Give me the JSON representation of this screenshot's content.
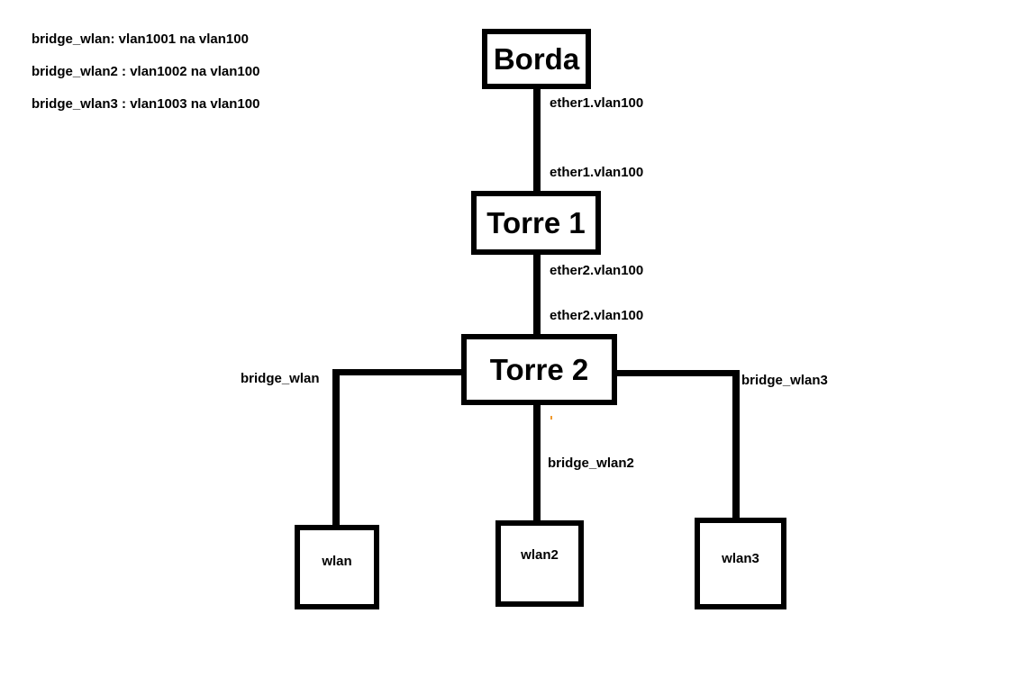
{
  "legend": {
    "lines": [
      "bridge_wlan: vlan1001 na vlan100",
      "bridge_wlan2 : vlan1002 na vlan100",
      "bridge_wlan3 : vlan1003 na vlan100"
    ]
  },
  "nodes": {
    "borda": "Borda",
    "torre1": "Torre 1",
    "torre2": "Torre 2",
    "wlan": "wlan",
    "wlan2": "wlan2",
    "wlan3": "wlan3"
  },
  "edge_labels": {
    "borda_torre1_upper": "ether1.vlan100",
    "borda_torre1_lower": "ether1.vlan100",
    "torre1_torre2_upper": "ether2.vlan100",
    "torre1_torre2_lower": "ether2.vlan100",
    "torre2_wlan": "bridge_wlan",
    "torre2_wlan2": "bridge_wlan2",
    "torre2_wlan3": "bridge_wlan3"
  },
  "colors": {
    "line": "#000000",
    "background": "#ffffff",
    "text": "#000000"
  }
}
